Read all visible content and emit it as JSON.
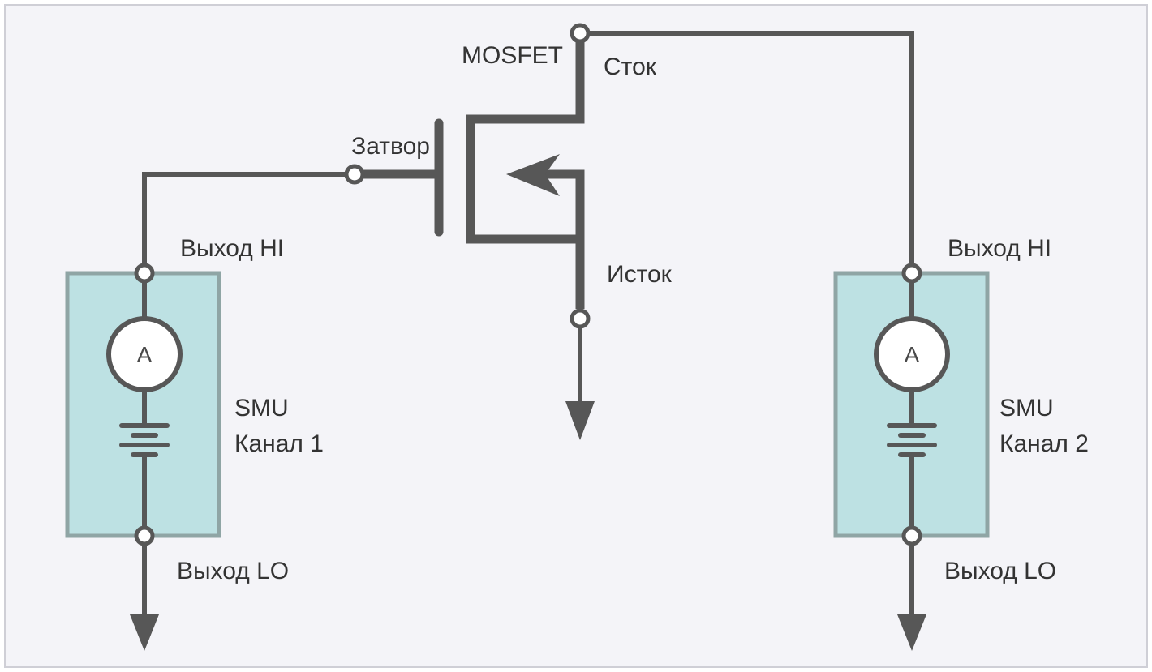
{
  "colors": {
    "background": "#f4f4f8",
    "frame": "#cfcfd6",
    "wire": "#575757",
    "smu_fill": "#bde1e3",
    "smu_border": "#8fa5a5",
    "text": "#333333"
  },
  "mosfet": {
    "title": "MOSFET",
    "drain": "Сток",
    "gate": "Затвор",
    "source": "Исток"
  },
  "smu1": {
    "out_hi": "Выход HI",
    "out_lo": "Выход LO",
    "meter": "A",
    "name": "SMU",
    "channel": "Канал 1"
  },
  "smu2": {
    "out_hi": "Выход HI",
    "out_lo": "Выход LO",
    "meter": "A",
    "name": "SMU",
    "channel": "Канал 2"
  }
}
